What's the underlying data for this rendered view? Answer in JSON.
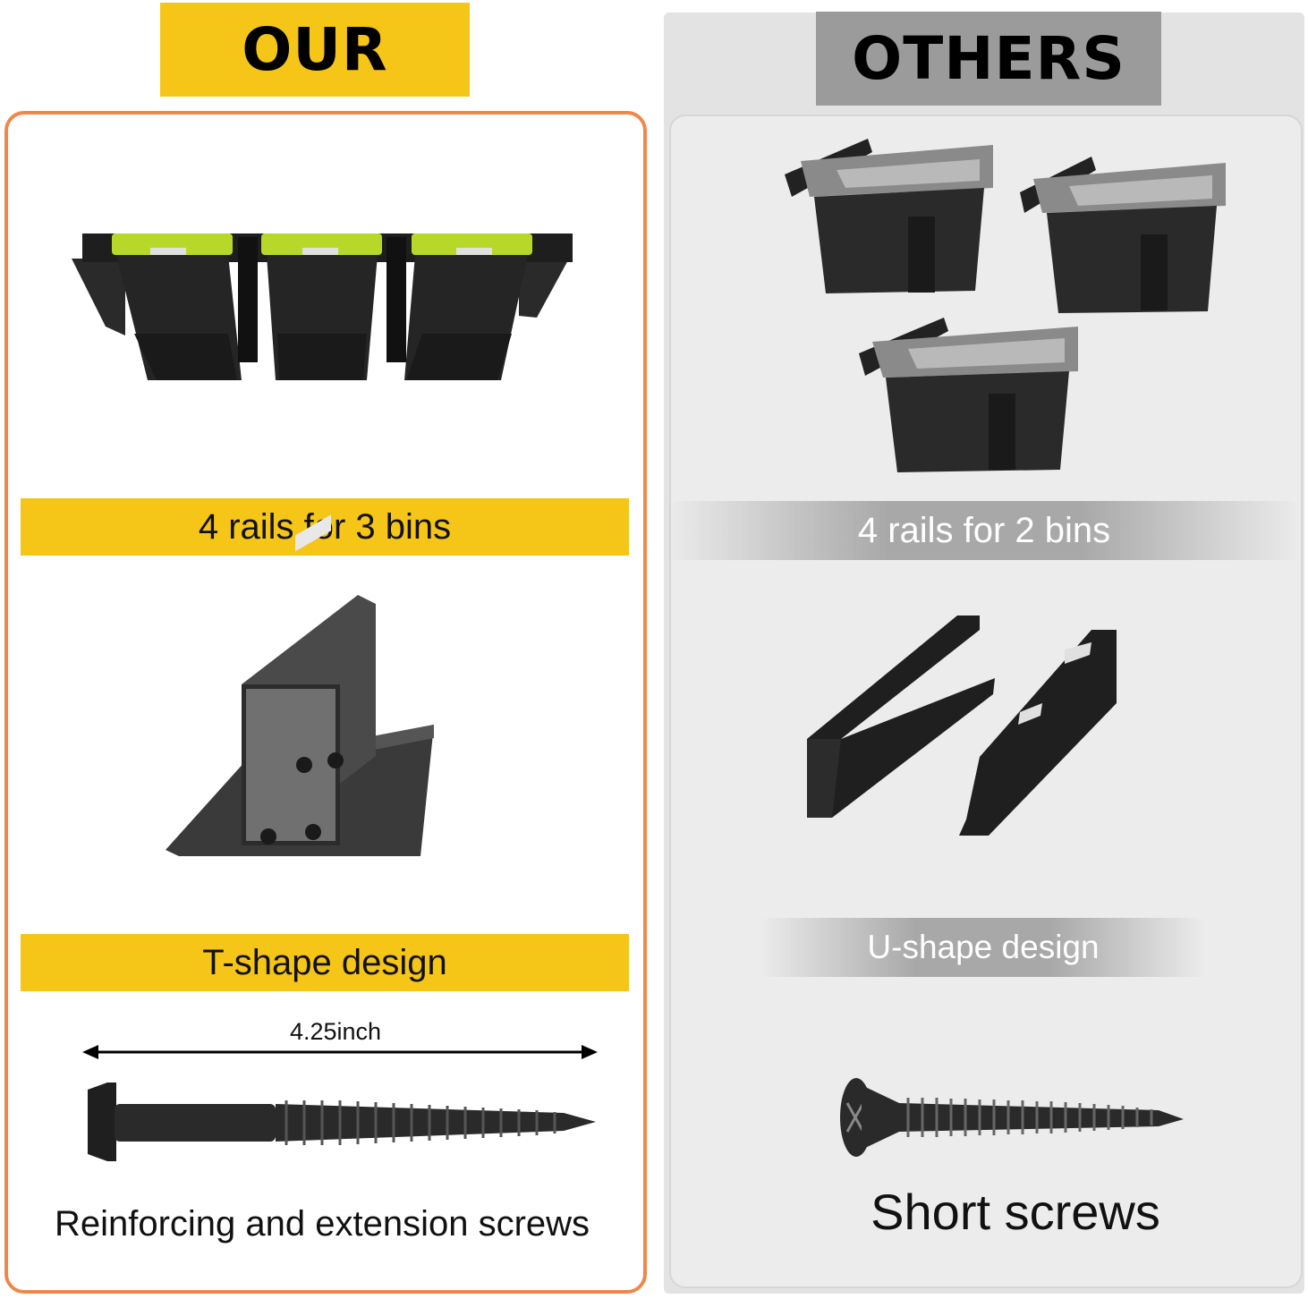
{
  "our": {
    "header": "OUR",
    "rails_label": "4 rails for 3 bins",
    "design_label": "T-shape design",
    "screw_length": "4.25inch",
    "screw_label": "Reinforcing and extension screws",
    "accent_color": "#f5c518",
    "border_color": "#f0874a"
  },
  "others": {
    "header": "OTHERS",
    "rails_label": "4 rails for 2 bins",
    "design_label": "U-shape design",
    "screw_label": "Short screws",
    "header_color": "#9b9b9b"
  }
}
